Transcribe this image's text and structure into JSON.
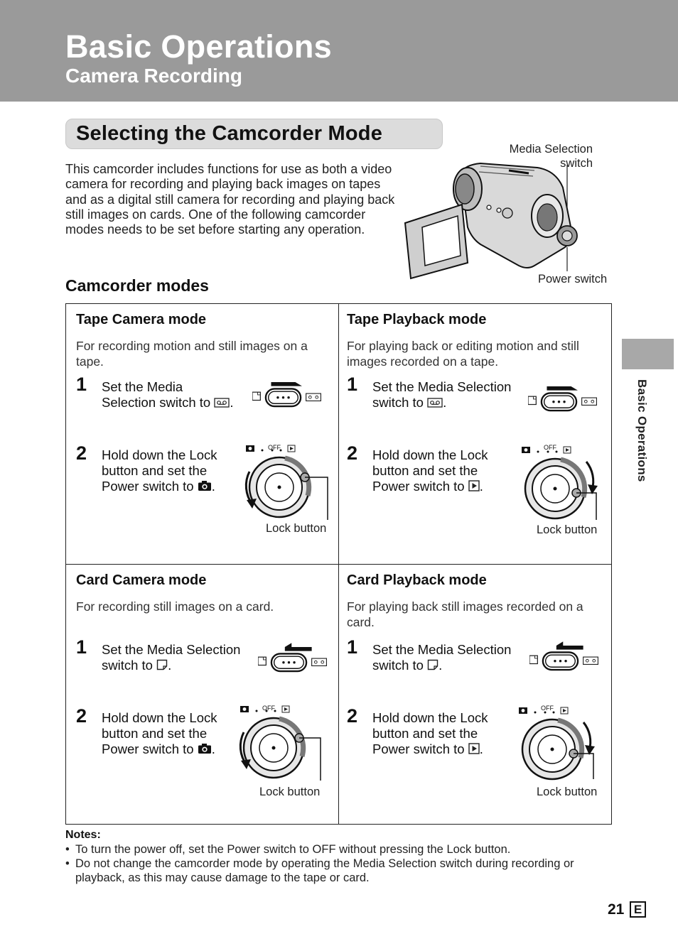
{
  "header": {
    "title": "Basic Operations",
    "subtitle": "Camera Recording"
  },
  "section": {
    "title": "Selecting the Camcorder Mode"
  },
  "intro": "This camcorder includes functions for use as both a video camera for recording and playing back images on tapes and as a digital still camera for recording and playing back still images on cards. One of the following camcorder modes needs to be set before starting any operation.",
  "illustration": {
    "media_label": "Media Selection switch",
    "power_label": "Power switch"
  },
  "modes_heading": "Camcorder modes",
  "modes": [
    {
      "title": "Tape Camera mode",
      "desc": "For recording motion and still images on a tape.",
      "step1_num": "1",
      "step1_l1": "Set the Media",
      "step1_l2": "Selection switch to",
      "step2_num": "2",
      "step2_l1": "Hold down the Lock",
      "step2_l2": "button and set the",
      "step2_l3": "Power switch to",
      "lock": "Lock button",
      "dot": "."
    },
    {
      "title": "Tape Playback mode",
      "desc": "For playing back or editing motion and still images recorded on a tape.",
      "step1_num": "1",
      "step1_l1": "Set the Media Selection",
      "step1_l2": "switch to",
      "step2_num": "2",
      "step2_l1": "Hold down the Lock",
      "step2_l2": "button and set the",
      "step2_l3": "Power switch to",
      "lock": "Lock button",
      "dot": "."
    },
    {
      "title": "Card Camera mode",
      "desc": "For recording still images on a card.",
      "step1_num": "1",
      "step1_l1": "Set the Media Selection",
      "step1_l2": "switch to",
      "step2_num": "2",
      "step2_l1": "Hold down the Lock",
      "step2_l2": "button and set the",
      "step2_l3": "Power switch to",
      "lock": "Lock button",
      "dot": "."
    },
    {
      "title": "Card Playback mode",
      "desc": "For playing back still images recorded on a card.",
      "step1_num": "1",
      "step1_l1": "Set the Media Selection",
      "step1_l2": "switch to",
      "step2_num": "2",
      "step2_l1": "Hold down the Lock",
      "step2_l2": "button and set the",
      "step2_l3": "Power switch to",
      "lock": "Lock button",
      "dot": "."
    }
  ],
  "dial_off": "OFF",
  "side_tab": "Basic Operations",
  "notes": {
    "heading": "Notes:",
    "items": [
      "To turn the power off, set the Power switch to OFF without pressing the Lock button.",
      "Do not change the camcorder mode by operating the Media Selection switch during recording or playback, as this may cause damage to the tape or card."
    ]
  },
  "page": {
    "number": "21",
    "letter": "E"
  },
  "icons": {
    "tape": "tape-cassette-icon",
    "card": "memory-card-icon",
    "camera": "camera-icon",
    "play": "play-icon"
  }
}
